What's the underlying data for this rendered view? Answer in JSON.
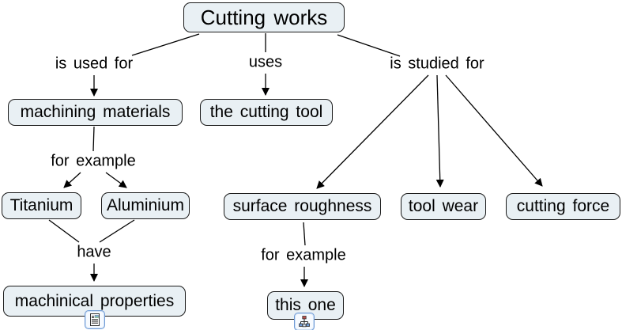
{
  "diagram": {
    "type": "concept-map",
    "background": "#ffffff",
    "palette": {
      "node_fill": "#e9f0f4",
      "node_border": "#1b1b1b",
      "text_color": "#000000",
      "line_color": "#000000",
      "icon_frame": "#6f9bd6"
    },
    "root": "Cutting works"
  },
  "nodes": {
    "cutting_works": {
      "label": "Cutting works"
    },
    "machining_materials": {
      "label": "machining materials"
    },
    "the_cutting_tool": {
      "label": "the cutting tool"
    },
    "titanium": {
      "label": "Titanium"
    },
    "aluminium": {
      "label": "Aluminium"
    },
    "surface_roughness": {
      "label": "surface roughness"
    },
    "tool_wear": {
      "label": "tool wear"
    },
    "cutting_force": {
      "label": "cutting force"
    },
    "machinical_properties": {
      "label": "machinical properties",
      "icon": "document-resource-icon"
    },
    "this_one": {
      "label": "this one",
      "icon": "concept-map-resource-icon"
    }
  },
  "links": {
    "is_used_for": {
      "label": "is used for"
    },
    "uses": {
      "label": "uses"
    },
    "is_studied_for": {
      "label": "is studied for"
    },
    "for_example_left": {
      "label": "for example"
    },
    "have": {
      "label": "have"
    },
    "for_example_right": {
      "label": "for example"
    }
  }
}
